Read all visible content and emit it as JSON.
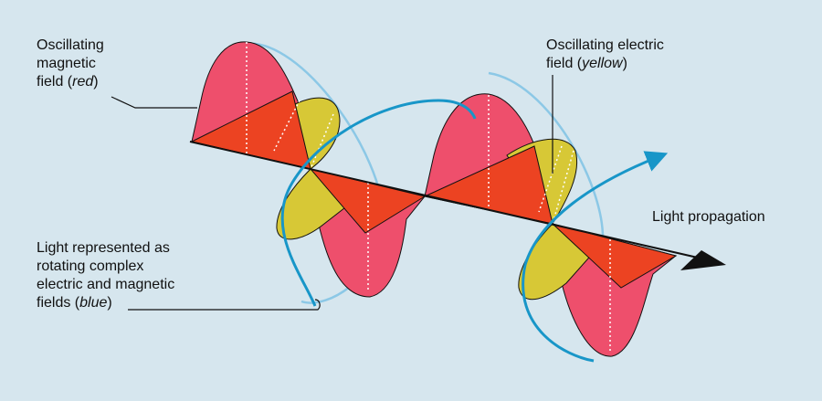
{
  "labels": {
    "magnetic": {
      "line1": "Oscillating",
      "line2": "magnetic",
      "line3_prefix": "field (",
      "line3_em": "red",
      "line3_suffix": ")"
    },
    "electric": {
      "line1": "Oscillating electric",
      "line2_prefix": "field (",
      "line2_em": "yellow",
      "line2_suffix": ")"
    },
    "propagation": "Light propagation",
    "complex": {
      "line1": "Light represented as",
      "line2": "rotating complex",
      "line3": "electric and magnetic",
      "line4_prefix": "fields (",
      "line4_em": "blue",
      "line4_suffix": ")"
    }
  },
  "colors": {
    "background": "#d6e6ee",
    "magnetic_field": "#ee4f6c",
    "electric_field": "#d7c836",
    "overlap": "#ec4322",
    "complex_field": "#1896c8",
    "complex_field_faint": "#8cc8e6",
    "axis": "#111111"
  }
}
